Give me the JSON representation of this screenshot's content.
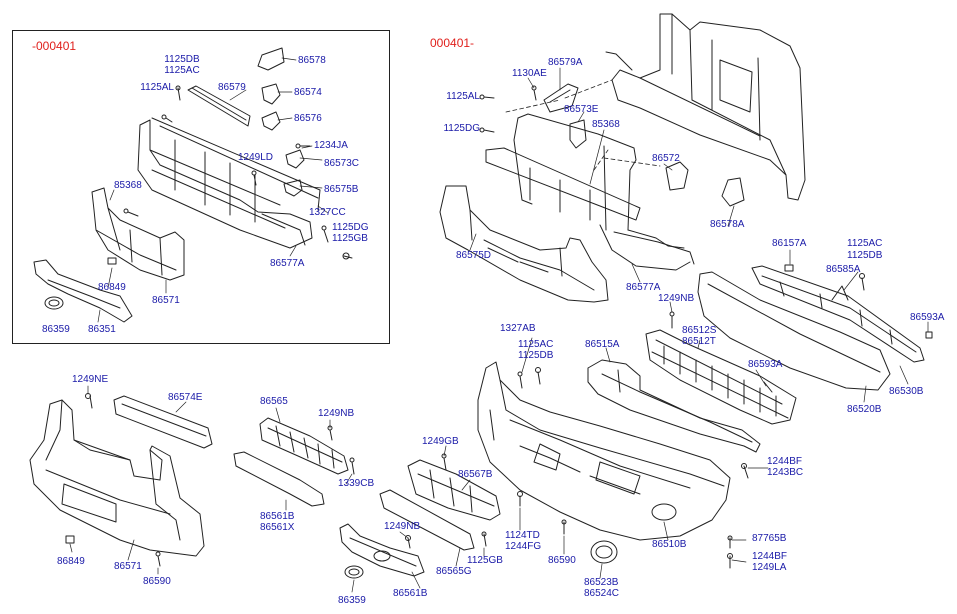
{
  "colors": {
    "label": "#1a1aa8",
    "header": "#e0201c",
    "line": "#222222"
  },
  "headers": {
    "inset": "-000401",
    "main": "000401-"
  },
  "labels": {
    "l86578": "86578",
    "l1125DB_ins": "1125DB",
    "l1125AC_ins": "1125AC",
    "l1125AL_ins": "1125AL",
    "l86579": "86579",
    "l86574": "86574",
    "l86576": "86576",
    "l1234JA": "1234JA",
    "l1249LD": "1249LD",
    "l86573C": "86573C",
    "l85368_ins": "85368",
    "l86575B": "86575B",
    "l1327CC": "1327CC",
    "l1125DG_ins": "1125DG",
    "l1125GB_ins": "1125GB",
    "l86577A_ins": "86577A",
    "l86849_ins": "86849",
    "l86571_ins": "86571",
    "l86359_ins": "86359",
    "l86351": "86351",
    "l86579A": "86579A",
    "l1130AE": "1130AE",
    "l1125AL": "1125AL",
    "l86573E": "86573E",
    "l85368": "85368",
    "l1125DG": "1125DG",
    "l86572": "86572",
    "l86578A": "86578A",
    "l86575D": "86575D",
    "l86577A": "86577A",
    "l86157A": "86157A",
    "l1125AC": "1125AC",
    "l1125DB": "1125DB",
    "l86585A": "86585A",
    "l1249NB_a": "1249NB",
    "l86593A_a": "86593A",
    "l1327AB": "1327AB",
    "l1125AC_b": "1125AC",
    "l1125DB_b": "1125DB",
    "l86515A": "86515A",
    "l86512S": "86512S",
    "l86512T": "86512T",
    "l86593A_b": "86593A",
    "l86530B": "86530B",
    "l86520B": "86520B",
    "l1249NE": "1249NE",
    "l86574E": "86574E",
    "l86565": "86565",
    "l1249NB_b": "1249NB",
    "l1339CB": "1339CB",
    "l1249GB": "1249GB",
    "l86567B": "86567B",
    "l1244BF_a": "1244BF",
    "l1243BC": "1243BC",
    "l86561B_a": "86561B",
    "l86561X": "86561X",
    "l1249NB_c": "1249NB",
    "l86565G": "86565G",
    "l1125GB": "1125GB",
    "l1124TD": "1124TD",
    "l1244FG": "1244FG",
    "l86590_a": "86590",
    "l86523B": "86523B",
    "l86524C": "86524C",
    "l86510B": "86510B",
    "l87765B": "87765B",
    "l1244BF_b": "1244BF",
    "l1249LA": "1249LA",
    "l86849": "86849",
    "l86571": "86571",
    "l86590_b": "86590",
    "l86359": "86359",
    "l86561B_b": "86561B"
  }
}
